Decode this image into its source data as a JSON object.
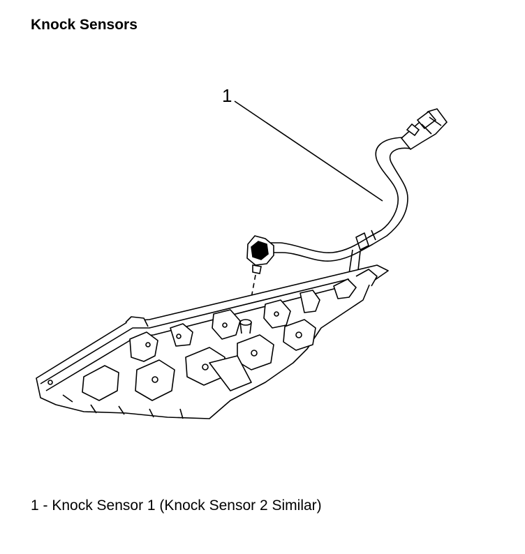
{
  "title": "Knock Sensors",
  "callout": {
    "number": "1"
  },
  "legend": {
    "text": "1 - Knock Sensor 1 (Knock Sensor 2 Similar)"
  },
  "colors": {
    "ink": "#000000",
    "background": "#ffffff"
  }
}
